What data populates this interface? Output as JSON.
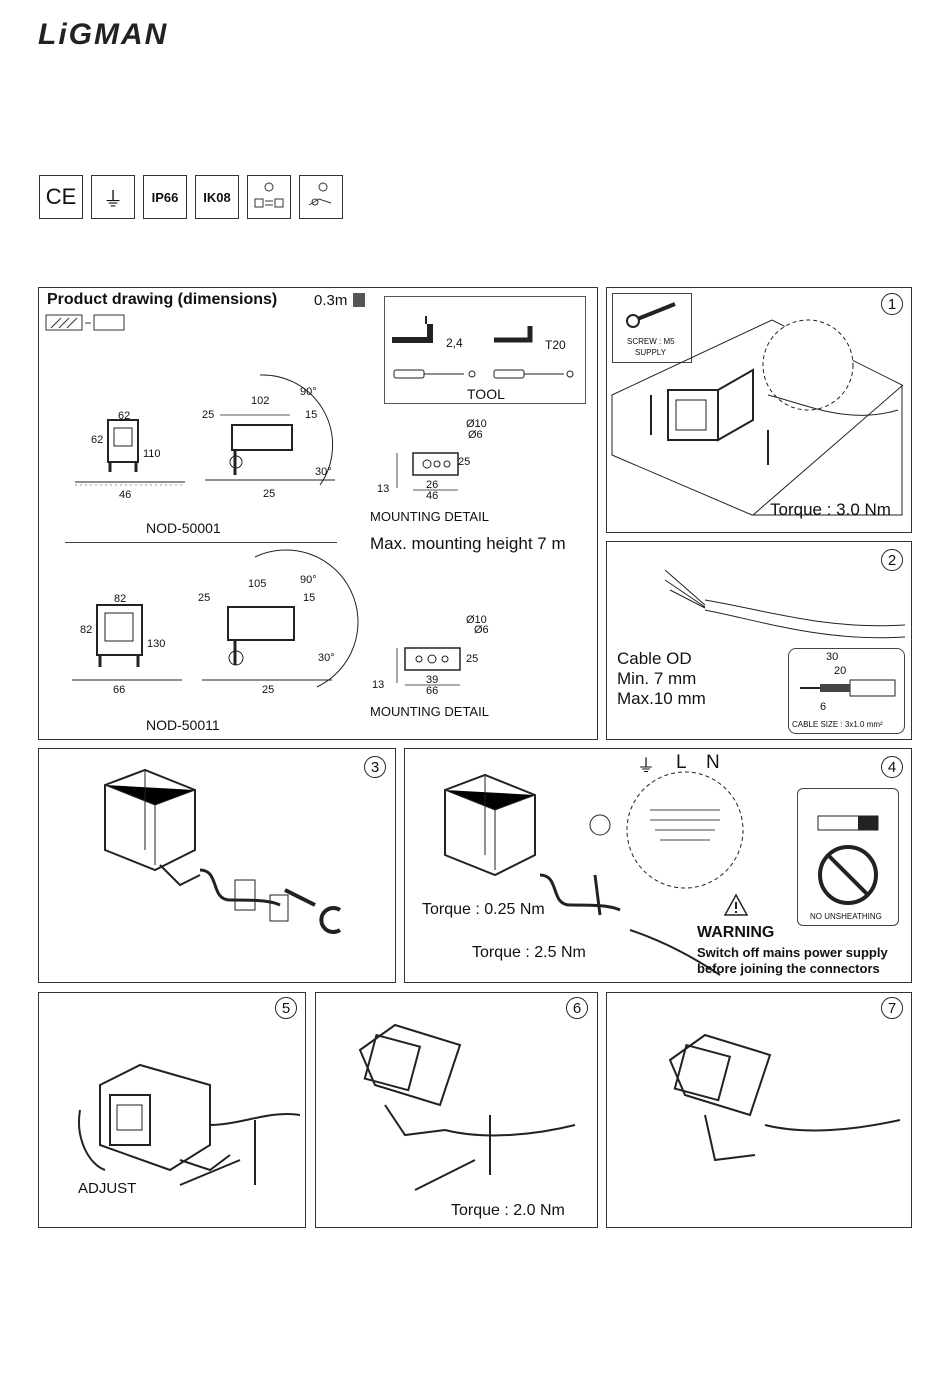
{
  "brand": {
    "logo": "LiGMAN"
  },
  "certifications": [
    "CE",
    "⏚",
    "IP66",
    "IK08",
    "",
    ""
  ],
  "product_drawing": {
    "title": "Product drawing (dimensions)",
    "clearance": "0.3m",
    "model_a": {
      "name": "NOD-50001",
      "width": "62",
      "height": "62",
      "total_height": "110",
      "base": "46",
      "left": "25",
      "top": "102",
      "right": "15",
      "angle_up": "90°",
      "angle_down": "30°",
      "foot": "25"
    },
    "model_b": {
      "name": "NOD-50011",
      "width": "82",
      "height": "82",
      "total_height": "130",
      "base": "66",
      "left": "25",
      "top": "105",
      "right": "15",
      "angle_up": "90°",
      "angle_down": "30°",
      "foot": "25"
    },
    "tool": {
      "label": "TOOL",
      "hex": "2,4",
      "torx": "T20"
    },
    "mount_a": {
      "label": "MOUNTING DETAIL",
      "d1": "Ø10",
      "d2": "Ø6",
      "h": "25",
      "w1": "26",
      "w2": "46",
      "left": "13"
    },
    "mount_b": {
      "label": "MOUNTING DETAIL",
      "d1": "Ø10",
      "d2": "Ø6",
      "h": "25",
      "w1": "39",
      "w2": "66",
      "left": "13"
    },
    "max_height": "Max. mounting height 7 m"
  },
  "steps": {
    "s1": {
      "num": "1",
      "screw": "SCREW : M5",
      "supply": "SUPPLY",
      "torque": "Torque : 3.0 Nm"
    },
    "s2": {
      "num": "2",
      "cable_od": "Cable OD",
      "min": "Min. 7 mm",
      "max": "Max.10 mm",
      "d30": "30",
      "d20": "20",
      "d6": "6",
      "cable_size": "CABLE SIZE : 3x1.0 mm²"
    },
    "s3": {
      "num": "3"
    },
    "s4": {
      "num": "4",
      "earth": "⏚",
      "l": "L",
      "n": "N",
      "torque1": "Torque : 0.25 Nm",
      "torque2": "Torque : 2.5 Nm",
      "warning": "WARNING",
      "warn1": "Switch off mains power supply",
      "warn2": "before joining the connectors",
      "no_unsheathing": "NO UNSHEATHING"
    },
    "s5": {
      "num": "5",
      "adjust": "ADJUST"
    },
    "s6": {
      "num": "6",
      "torque": "Torque : 2.0 Nm"
    },
    "s7": {
      "num": "7"
    }
  }
}
